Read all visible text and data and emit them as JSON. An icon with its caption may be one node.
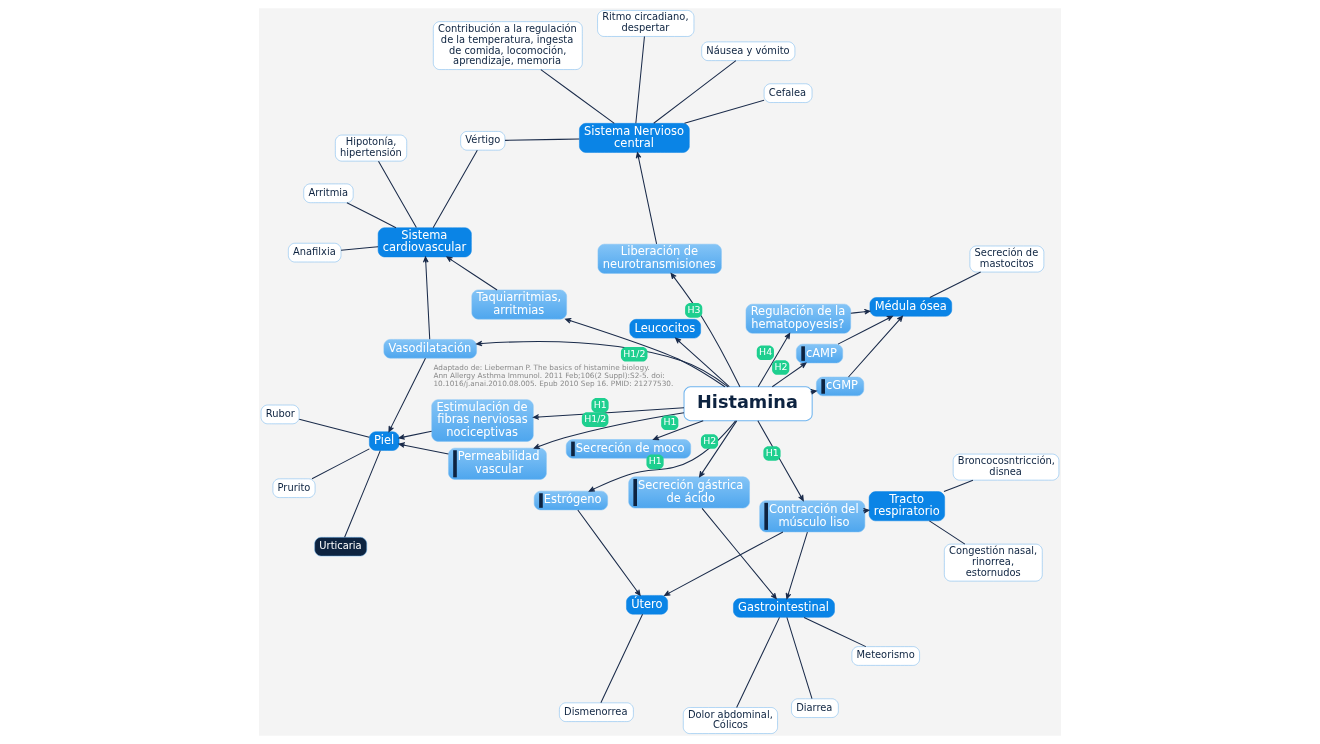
{
  "diagram": {
    "nodes": [
      {
        "text": [
          "Histamina"
        ]
      },
      {
        "text": [
          "Sistema Nervioso central"
        ]
      },
      {
        "text": [
          "Cefalea"
        ]
      },
      {
        "text": [
          "Náusea y vómito"
        ]
      },
      {
        "text": [
          "Ritmo circadiano, despertar"
        ]
      },
      {
        "text": [
          "Contribución a la regulación de la temperatura, ingesta de comida, locomoción, aprendizaje, memoria"
        ]
      },
      {
        "text": [
          "Vértigo"
        ]
      },
      {
        "text": [
          "Sistema cardiovascular"
        ]
      },
      {
        "text": [
          "Hipotonía, hipertensión"
        ]
      },
      {
        "text": [
          "Anafilxia"
        ]
      },
      {
        "text": [
          "Arritmia"
        ]
      },
      {
        "text": [
          "Liberación de neurotransmisiones"
        ]
      },
      {
        "text": [
          "Regulación de la hematopoyesis?"
        ]
      },
      {
        "text": [
          "Médula ósea"
        ]
      },
      {
        "text": [
          "Secreción de mastocitos"
        ]
      },
      {
        "text": [
          "cGMP"
        ]
      },
      {
        "text": [
          "cAMP"
        ]
      },
      {
        "text": [
          "Leucocitos"
        ]
      },
      {
        "text": [
          "Vasodilatación"
        ]
      },
      {
        "text": [
          "Taquiarritmias, arritmias"
        ]
      },
      {
        "text": [
          "Estimulación de fibras nerviosas nociceptivas"
        ]
      },
      {
        "text": [
          "Permeabilidad vascular"
        ]
      },
      {
        "text": [
          "Piel"
        ]
      },
      {
        "text": [
          "Prurito"
        ]
      },
      {
        "text": [
          "Rubor"
        ]
      },
      {
        "text": [
          "Urticaria"
        ]
      },
      {
        "text": [
          "Secreción de moco"
        ]
      },
      {
        "text": [
          "Estrógeno"
        ]
      },
      {
        "text": [
          "Contracción del músculo liso"
        ]
      },
      {
        "text": [
          "Secreción gástrica de ácido"
        ]
      },
      {
        "text": [
          "Gastrointestinal"
        ]
      },
      {
        "text": [
          "Diarrea"
        ]
      },
      {
        "text": [
          "Dolor abdominal, Cólicos"
        ]
      },
      {
        "text": [
          "Meteorismo"
        ]
      },
      {
        "text": [
          "Útero"
        ]
      },
      {
        "text": [
          "Dismenorrea"
        ]
      },
      {
        "text": [
          "Tracto respiratorio"
        ]
      },
      {
        "text": [
          "Congestión nasal, rinorrea, estornudos"
        ]
      },
      {
        "text": [
          "Broncocosntricción, disnea"
        ]
      }
    ],
    "edges": [
      {
        "from": 0,
        "to": 11,
        "arrow": "to",
        "label": "H3"
      },
      {
        "from": 0,
        "to": 12,
        "arrow": "to",
        "label": "H4"
      },
      {
        "from": 0,
        "to": 15,
        "arrow": "to"
      },
      {
        "from": 0,
        "to": 16,
        "arrow": "to",
        "label": "H2"
      },
      {
        "from": 0,
        "to": 17,
        "arrow": "to"
      },
      {
        "from": 0,
        "to": 18,
        "arrow": "to"
      },
      {
        "from": 0,
        "to": 19,
        "arrow": "to",
        "label": "H1/2"
      },
      {
        "from": 0,
        "to": 20,
        "arrow": "to",
        "label": "H1"
      },
      {
        "from": 0,
        "to": 21,
        "arrow": "to",
        "label": "H1/2"
      },
      {
        "from": 0,
        "to": 26,
        "arrow": "to",
        "label": "H1"
      },
      {
        "from": 0,
        "to": 27,
        "arrow": "to",
        "label": "H1"
      },
      {
        "from": 0,
        "to": 28,
        "arrow": "to",
        "label": "H1"
      },
      {
        "from": 0,
        "to": 29,
        "arrow": "to",
        "label": "H2"
      },
      {
        "from": 11,
        "to": 1,
        "arrow": "to"
      },
      {
        "from": 12,
        "to": 13,
        "arrow": "to"
      },
      {
        "from": 15,
        "to": 13,
        "arrow": "to"
      },
      {
        "from": 16,
        "to": 13,
        "arrow": "to"
      },
      {
        "from": 13,
        "to": 14,
        "arrow": "none"
      },
      {
        "from": 1,
        "to": 2,
        "arrow": "none"
      },
      {
        "from": 1,
        "to": 3,
        "arrow": "none"
      },
      {
        "from": 1,
        "to": 4,
        "arrow": "none"
      },
      {
        "from": 1,
        "to": 5,
        "arrow": "none"
      },
      {
        "from": 1,
        "to": 6,
        "arrow": "none"
      },
      {
        "from": 6,
        "to": 7,
        "arrow": "none"
      },
      {
        "from": 7,
        "to": 8,
        "arrow": "none"
      },
      {
        "from": 7,
        "to": 9,
        "arrow": "none"
      },
      {
        "from": 7,
        "to": 10,
        "arrow": "none"
      },
      {
        "from": 18,
        "to": 7,
        "arrow": "to"
      },
      {
        "from": 19,
        "to": 7,
        "arrow": "to"
      },
      {
        "from": 18,
        "to": 22,
        "arrow": "to"
      },
      {
        "from": 20,
        "to": 22,
        "arrow": "to"
      },
      {
        "from": 21,
        "to": 22,
        "arrow": "to"
      },
      {
        "from": 22,
        "to": 23,
        "arrow": "none"
      },
      {
        "from": 22,
        "to": 24,
        "arrow": "none"
      },
      {
        "from": 22,
        "to": 25,
        "arrow": "none"
      },
      {
        "from": 29,
        "to": 30,
        "arrow": "to"
      },
      {
        "from": 28,
        "to": 30,
        "arrow": "to"
      },
      {
        "from": 30,
        "to": 31,
        "arrow": "none"
      },
      {
        "from": 30,
        "to": 32,
        "arrow": "none"
      },
      {
        "from": 30,
        "to": 33,
        "arrow": "none"
      },
      {
        "from": 28,
        "to": 34,
        "arrow": "to"
      },
      {
        "from": 27,
        "to": 34,
        "arrow": "to"
      },
      {
        "from": 28,
        "to": 36,
        "arrow": "to"
      },
      {
        "from": 34,
        "to": 35,
        "arrow": "none"
      },
      {
        "from": 36,
        "to": 37,
        "arrow": "none"
      },
      {
        "from": 36,
        "to": 38,
        "arrow": "none"
      }
    ],
    "labels": [
      "Adaptado de: Lieberman P. The basics of histamine biology. Ann Allergy Asthma Immunol. 2011 Feb;106(2 Suppl):S2-5. doi: 10.1016/j.anai.2010.08.005. Epub 2010 Sep 16. PMID: 21277530."
    ]
  }
}
